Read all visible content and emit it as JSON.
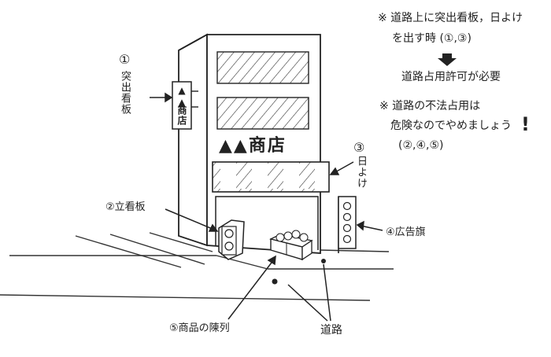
{
  "notes": {
    "note1_line1": "※ 道路上に突出看板，日よけ",
    "note1_line2": "を出す時 (①,③)",
    "arrow_icon": "down-arrow",
    "note1_result": "道路占用許可が必要",
    "note2_line1": "※ 道路の不法占用は",
    "note2_line2": "危険なのでやめましょう",
    "note2_exclaim": "!",
    "note2_line3": "(②,④,⑤)"
  },
  "building": {
    "sign_text": "▲▲商店",
    "projecting_sign_marks": "▲▲",
    "projecting_sign_text": "商店"
  },
  "labels": {
    "label1_num": "①",
    "label1_text": "突出看板",
    "label2": "②立看板",
    "label3_num": "③",
    "label3_text": "日よけ",
    "label4": "④広告旗",
    "label5": "⑤商品の陳列",
    "road": "道路"
  },
  "colors": {
    "ink": "#222222",
    "paper": "#ffffff"
  }
}
